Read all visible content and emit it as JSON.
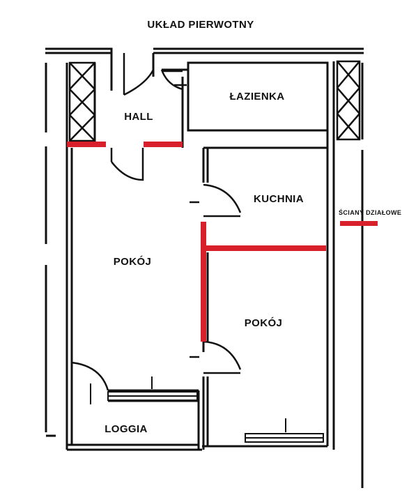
{
  "title": "UKŁAD PIERWOTNY",
  "rooms": {
    "hall": "HALL",
    "lazienka": "ŁAZIENKA",
    "kuchnia": "KUCHNIA",
    "pokoj_left": "POKÓJ",
    "pokoj_right": "POKÓJ",
    "loggia": "LOGGIA"
  },
  "legend": {
    "label": "ŚCIANY DZIAŁOWE",
    "color": "#d8202a"
  },
  "colors": {
    "wall": "#111111",
    "partition": "#d8202a",
    "background": "#ffffff"
  }
}
